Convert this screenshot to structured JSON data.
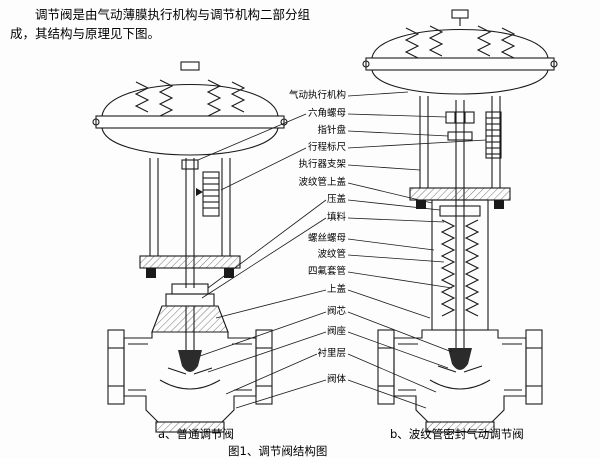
{
  "intro": {
    "line1": "调节阀是由气动薄膜执行机构与调节机构二部分组",
    "line2": "成，其结构与原理见下图。"
  },
  "labels": [
    {
      "text": "气动执行机构"
    },
    {
      "text": "六角螺母"
    },
    {
      "text": "指针盘"
    },
    {
      "text": "行程标尺"
    },
    {
      "text": "执行器支架"
    },
    {
      "text": "波纹管上盖"
    },
    {
      "text": "压盖"
    },
    {
      "text": "填料"
    },
    {
      "text": "螺丝螺母"
    },
    {
      "text": "波纹管"
    },
    {
      "text": "四氟套管"
    },
    {
      "text": "上盖"
    },
    {
      "text": "阀芯"
    },
    {
      "text": "阀座"
    },
    {
      "text": "衬里层"
    },
    {
      "text": "阀体"
    }
  ],
  "captions": {
    "left": "a、普通调节阀",
    "right": "b、波纹管密封气动调节阀",
    "figure": "图1、调节阀结构图"
  },
  "colors": {
    "ink": "#1a1a1a",
    "background": "#fdfdfd"
  }
}
